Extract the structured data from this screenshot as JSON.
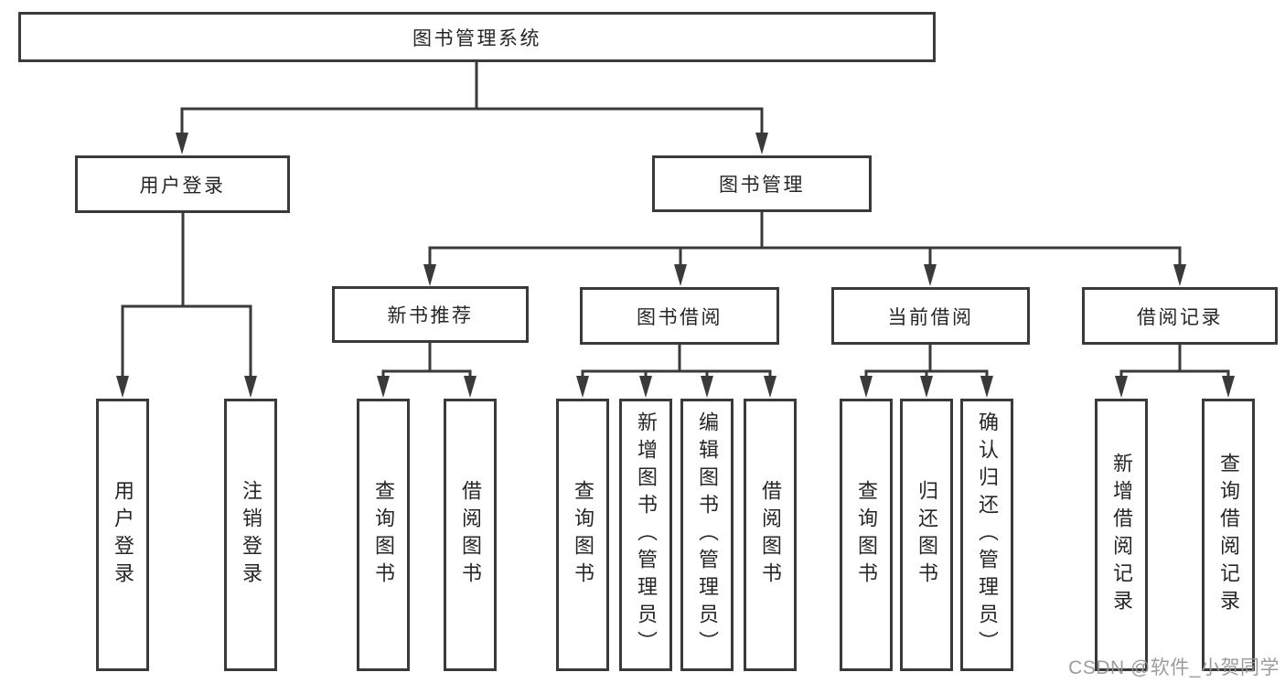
{
  "diagram": {
    "root": {
      "label": "图书管理系统"
    },
    "level2": {
      "user_login": {
        "label": "用户登录"
      },
      "book_mgmt": {
        "label": "图书管理"
      }
    },
    "level3": {
      "new_books": {
        "label": "新书推荐"
      },
      "book_borrow": {
        "label": "图书借阅"
      },
      "current_borrow": {
        "label": "当前借阅"
      },
      "borrow_records": {
        "label": "借阅记录"
      }
    },
    "leaves": {
      "user_login": [
        "用户登录",
        "注销登录"
      ],
      "new_books": [
        "查询图书",
        "借阅图书"
      ],
      "book_borrow": [
        "查询图书",
        "新增图书（管理员）",
        "编辑图书（管理员）",
        "借阅图书"
      ],
      "current_borrow": [
        "查询图书",
        "归还图书",
        "确认归还（管理员）"
      ],
      "borrow_records": [
        "新增借阅记录",
        "查询借阅记录"
      ]
    }
  },
  "watermark": {
    "text": "CSDN @软件_小贺同学"
  },
  "colors": {
    "line": "#3a3a3a",
    "box_border": "#3a3a3a",
    "text": "#262626",
    "watermark": "#949494"
  }
}
